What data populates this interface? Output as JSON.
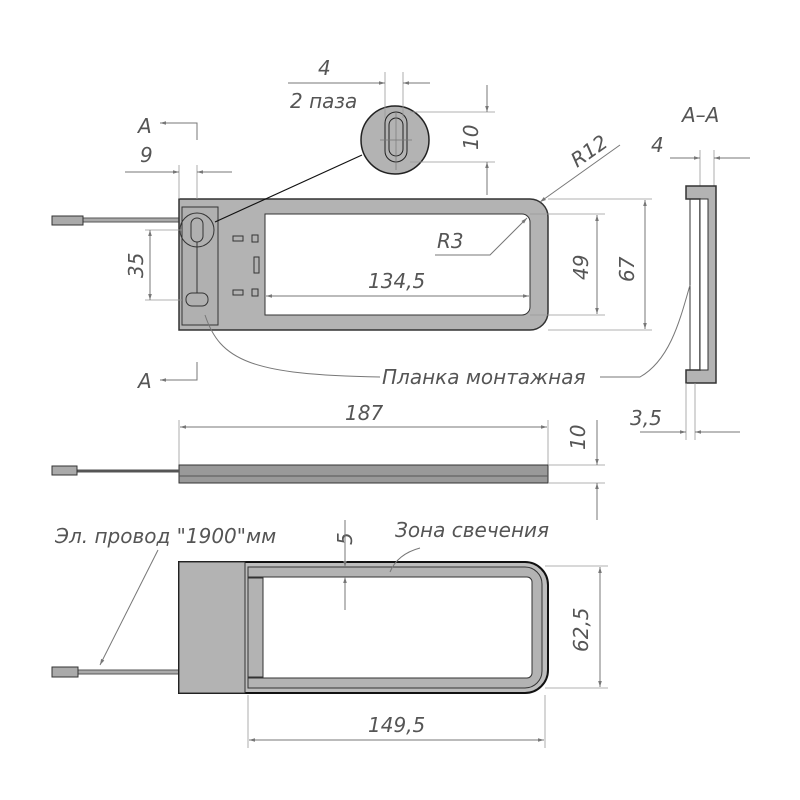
{
  "title": "LED panel technical drawing",
  "labels": {
    "slot_width": "4",
    "slot_count": "2 паза",
    "slot_height": "10",
    "section_mark_top": "A",
    "section_mark_bottom": "A",
    "offset_9": "9",
    "dim_35": "35",
    "radius_outer": "R12",
    "radius_inner": "R3",
    "inner_length": "134,5",
    "inner_height": "49",
    "outer_height": "67",
    "section_title": "A–A",
    "section_width": "4",
    "section_thickness": "3,5",
    "mounting_plate": "Планка монтажная",
    "overall_length": "187",
    "thickness": "10",
    "wire": "Эл. провод \"1900\"мм",
    "glow_width": "5",
    "glow_zone": "Зона свечения",
    "front_height": "62,5",
    "front_length": "149,5"
  },
  "colors": {
    "body": "#b3b3b3",
    "outline": "#333333",
    "dimension": "#777777"
  }
}
